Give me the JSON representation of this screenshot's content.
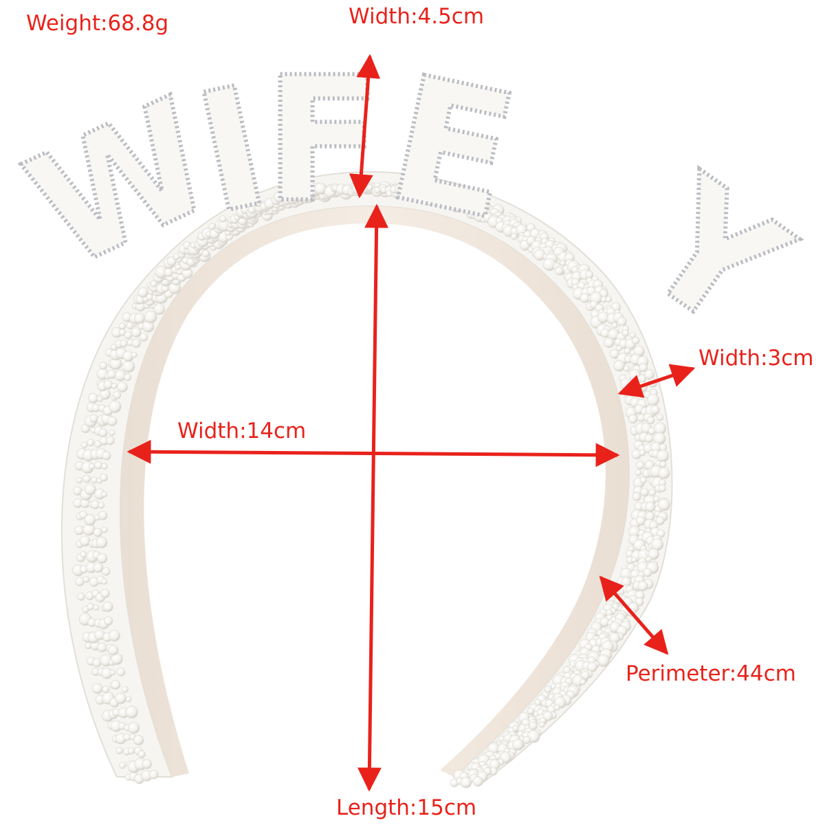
{
  "colors": {
    "annotation": "#e8221b",
    "headband": "#f6f5f1",
    "pearl": "#ffffff",
    "pearl_shade": "#dcd9d2",
    "inner_lining": "#efe2d6",
    "rhinestone": "#b9bcc2",
    "background": "#ffffff"
  },
  "annotations": {
    "weight": "Weight:68.8g",
    "width_top": "Width:4.5cm",
    "width_band": "Width:3cm",
    "width_inner": "Width:14cm",
    "perimeter": "Perimeter:44cm",
    "length": "Length:15cm"
  },
  "product": {
    "tiara_letters": [
      "W",
      "I",
      "F",
      "E",
      "Y"
    ]
  }
}
